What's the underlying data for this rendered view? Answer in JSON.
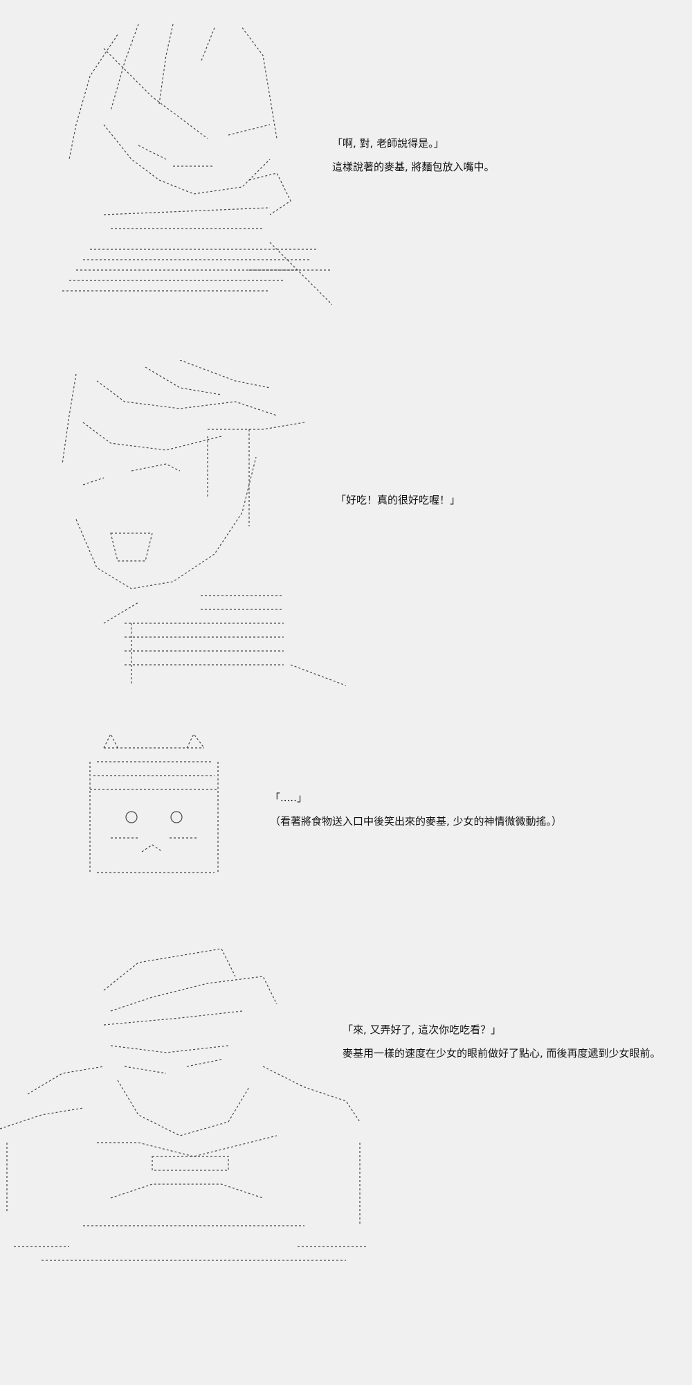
{
  "panels": [
    {
      "id": "panel-1",
      "lines": [
        "「啊, 對, 老師說得是。」",
        "這樣說著的麥基, 將麵包放入嘴中。"
      ]
    },
    {
      "id": "panel-2",
      "lines": [
        "「好吃！真的很好吃喔！」"
      ]
    },
    {
      "id": "panel-3",
      "lines": [
        "「.....」",
        "（看著將食物送入口中後笑出來的麥基, 少女的神情微微動搖。）"
      ]
    },
    {
      "id": "panel-4",
      "lines": [
        "「來, 又弄好了, 這次你吃吃看？」",
        "麥基用一樣的速度在少女的眼前做好了點心, 而後再度遞到少女眼前。"
      ]
    }
  ],
  "colors": {
    "background": "#f0f0f0",
    "ink": "#111111",
    "art_stroke": "#444444"
  }
}
